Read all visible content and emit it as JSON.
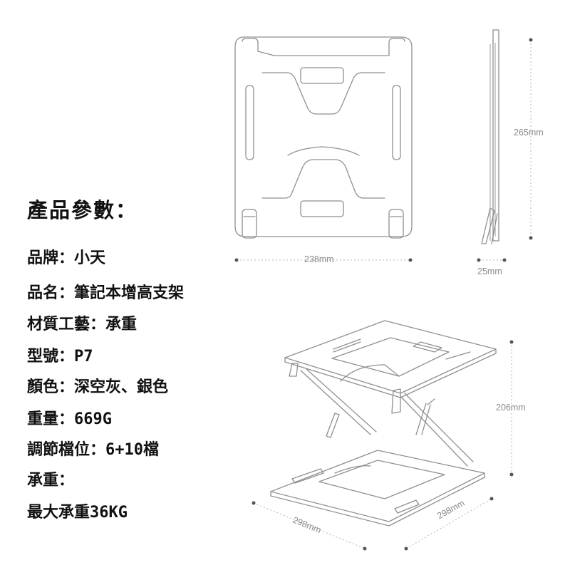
{
  "params": {
    "title": "產品參數：",
    "rows": [
      "品牌：小天",
      "品名：筆記本增高支架",
      "材質工藝：承重",
      "型號：P7",
      "顏色：深空灰、銀色",
      "重量：669G",
      "調節檔位：6+10檔",
      "承重：",
      "最大承重36KG"
    ]
  },
  "dimensions": {
    "front_width": "238mm",
    "side_height": "265mm",
    "side_thickness": "25mm",
    "stand_height": "206mm",
    "base_depth": "298mm",
    "base_width": "298mm"
  }
}
